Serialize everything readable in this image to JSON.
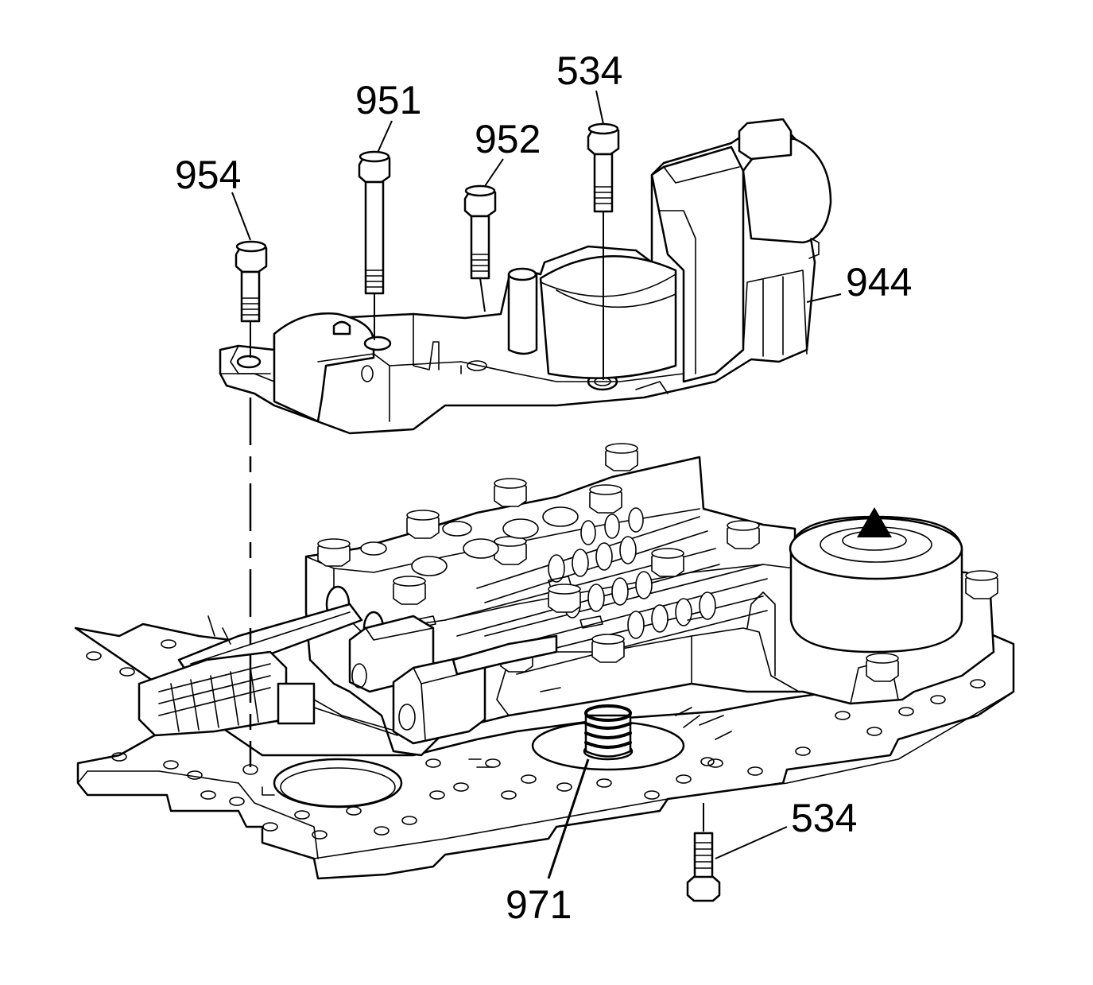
{
  "callouts": [
    {
      "id": "c954",
      "label": "954"
    },
    {
      "id": "c951",
      "label": "951"
    },
    {
      "id": "c952",
      "label": "952"
    },
    {
      "id": "c534_top",
      "label": "534"
    },
    {
      "id": "c944",
      "label": "944"
    },
    {
      "id": "c534_bottom",
      "label": "534"
    },
    {
      "id": "c971",
      "label": "971"
    }
  ],
  "colors": {
    "line": "#000000",
    "background": "#ffffff"
  }
}
